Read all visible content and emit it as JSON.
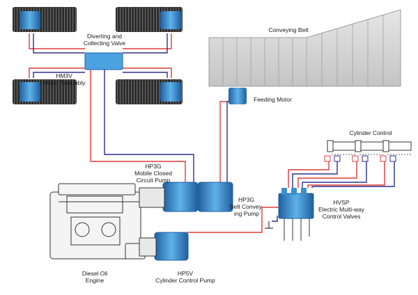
{
  "labels": {
    "diverting_valve": [
      "Diverting and",
      "Collecting Valve"
    ],
    "motor_assembly": [
      "HM3V",
      "Motor Assembly"
    ],
    "conveying_belt": "Conveying Belt",
    "feeding_motor": "Feeding Motor",
    "cylinder_control": "Cylinder Control",
    "closed_circuit_pump": [
      "HP3G",
      "Mobile Closed",
      "Circuit Pump"
    ],
    "belt_pump": [
      "HP3G",
      "Belt Convey",
      "ing Pump"
    ],
    "control_valves": [
      "HVSP",
      "Electric Multi-way",
      "Control Valves"
    ],
    "engine": [
      "Diesel Oil",
      "Engine"
    ],
    "cylinder_pump": [
      "HP5V",
      "Cylinder Control Pump"
    ]
  },
  "colors": {
    "pressure_line": "#e03a3a",
    "return_line": "#2c2f8f",
    "component_blue": "#3a8fd0",
    "track_dark": "#2b2b2b",
    "belt_gray": "#d4d4d4"
  }
}
